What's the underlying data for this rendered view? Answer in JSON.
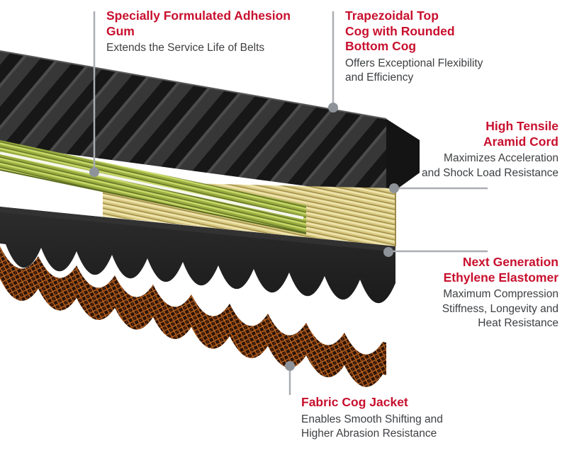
{
  "colors": {
    "heading": "#c8102e",
    "body": "#3e4043",
    "leader_line": "#abaeb3",
    "leader_dot": "#8d9399"
  },
  "annotations": {
    "adhesion_gum": {
      "title": "Specially Formulated Adhesion\nGum",
      "desc": "Extends the Service Life of Belts"
    },
    "top_cog": {
      "title": "Trapezoidal Top\nCog with Rounded\nBottom Cog",
      "desc": "Offers Exceptional Flexibility\nand Efficiency"
    },
    "aramid_cord": {
      "title": "High Tensile\nAramid Cord",
      "desc": "Maximizes Acceleration\nand Shock Load Resistance"
    },
    "elastomer": {
      "title": "Next Generation\nEthylene Elastomer",
      "desc": "Maximum Compression\nStiffness, Longevity and\nHeat Resistance"
    },
    "fabric_jacket": {
      "title": "Fabric Cog Jacket",
      "desc": "Enables Smooth Shifting and\nHigher Abrasion Resistance"
    }
  },
  "diagram": {
    "layers": [
      {
        "id": "top-cog-belt",
        "color": "#2f2f2f"
      },
      {
        "id": "adhesion-gum-sheet",
        "color": "#9fb243"
      },
      {
        "id": "aramid-cord-sheet",
        "color": "#ddd08f"
      },
      {
        "id": "ethylene-elastomer-body",
        "color": "#232323"
      },
      {
        "id": "fabric-cog-jacket-wrap",
        "color": "#b5581f"
      }
    ]
  }
}
